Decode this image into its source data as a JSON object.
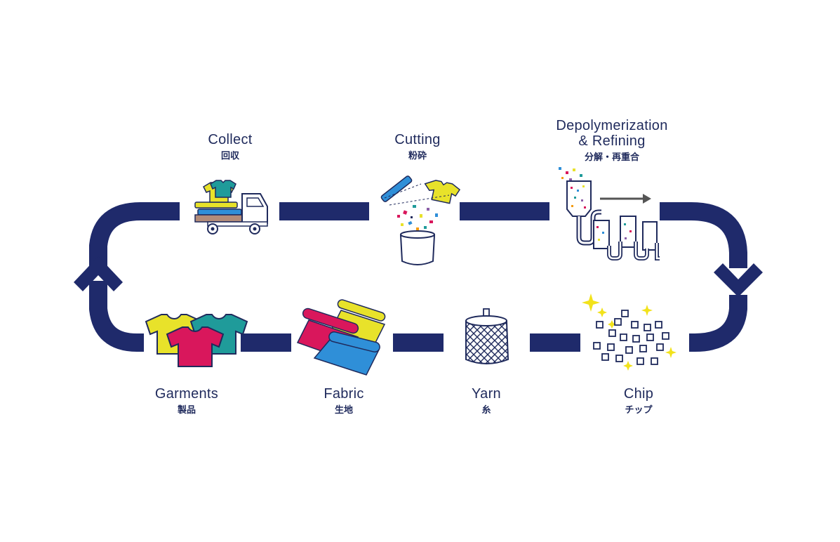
{
  "steps": {
    "collect": {
      "en": "Collect",
      "jp": "回収"
    },
    "cutting": {
      "en": "Cutting",
      "jp": "粉砕"
    },
    "depoly": {
      "en_line1": "Depolymerization",
      "en_line2": "& Refining",
      "jp": "分解・再重合"
    },
    "chip": {
      "en": "Chip",
      "jp": "チップ"
    },
    "yarn": {
      "en": "Yarn",
      "jp": "糸"
    },
    "fabric": {
      "en": "Fabric",
      "jp": "生地"
    },
    "garments": {
      "en": "Garments",
      "jp": "製品"
    }
  },
  "colors": {
    "navy": "#1f2a6b",
    "yellow": "#e8e22a",
    "magenta": "#d9175c",
    "teal": "#1f9b9a",
    "blue": "#2f8fd8",
    "sparkle": "#f2e21b"
  },
  "icons": {
    "collect": "truck-with-clothes-icon",
    "cutting": "shredder-icon",
    "depoly": "refinery-pipes-icon",
    "chip": "chip-pellets-icon",
    "yarn": "yarn-spool-icon",
    "fabric": "fabric-rolls-icon",
    "garments": "tshirts-icon"
  }
}
